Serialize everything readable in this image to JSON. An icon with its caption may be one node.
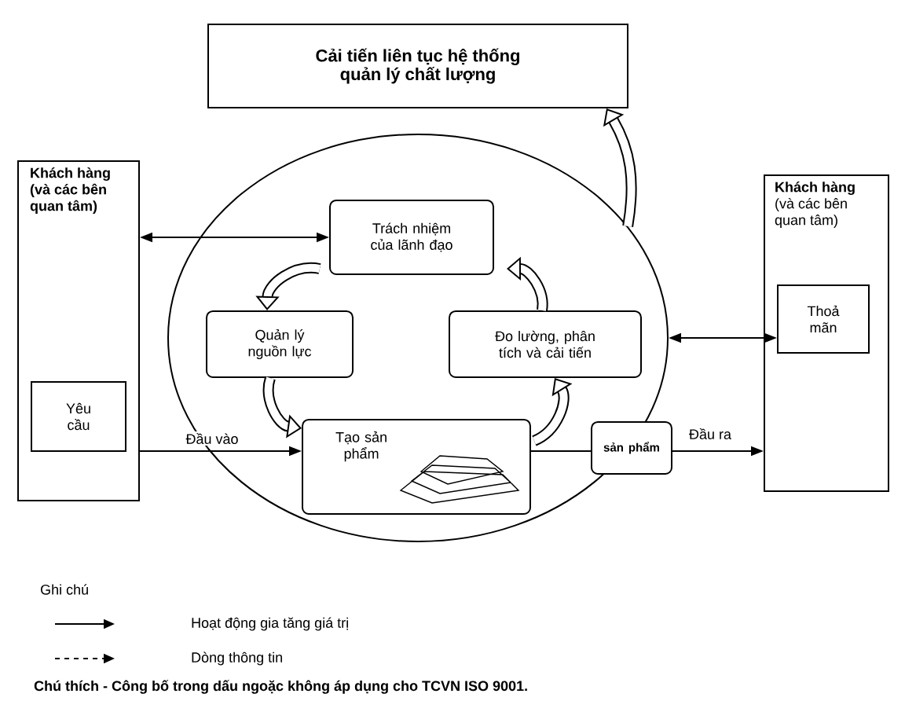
{
  "diagram": {
    "caption": "Chú thích - Công bố trong dấu ngoặc không áp dụng cho TCVN ISO 9001.",
    "nodes": [
      {
        "text": [
          "Cải tiến liên tục hệ thống quản lý chất lượng"
        ]
      },
      {
        "text": [
          "Khách hàng (và các bên quan tâm)"
        ]
      },
      {
        "text": [
          "Yêu cầu"
        ],
        "in": 1
      },
      {
        "text": [],
        "shape": "ellipse"
      },
      {
        "text": [
          "Trách nhiệm của lãnh đạo"
        ],
        "in": 3
      },
      {
        "text": [
          "Quản lý nguồn lực"
        ],
        "in": 3
      },
      {
        "text": [
          "Đo lường, phân tích và cải tiến"
        ],
        "in": 3
      },
      {
        "text": [
          "Tạo sản phẩm"
        ],
        "in": 3
      },
      {
        "text": [
          "sản phẩm"
        ]
      },
      {
        "text": [
          "**Khách hàng** (và các bên quan tâm)"
        ]
      },
      {
        "text": [
          "Thoả mãn"
        ],
        "in": 9
      }
    ],
    "edges": [
      {
        "from": 1,
        "to": 4,
        "arrow": "both"
      },
      {
        "from": 3,
        "to": 10,
        "arrow": "both"
      },
      {
        "from": 1,
        "to": 7,
        "arrow": "to",
        "label": "Đầu vào"
      },
      {
        "from": 7,
        "to": 8,
        "arrow": "none"
      },
      {
        "from": 8,
        "to": 9,
        "arrow": "to",
        "label": "Đầu ra"
      },
      {
        "from": 4,
        "to": 5,
        "arrow": "to",
        "style": "thick"
      },
      {
        "from": 5,
        "to": 7,
        "arrow": "to",
        "style": "thick"
      },
      {
        "from": 7,
        "to": 6,
        "arrow": "to",
        "style": "thick"
      },
      {
        "from": 6,
        "to": 4,
        "arrow": "to",
        "style": "thick"
      },
      {
        "from": 3,
        "to": 0,
        "arrow": "to",
        "style": "thick"
      }
    ],
    "labels": [
      "Ghi chú"
    ],
    "legend": [
      {
        "text": "Hoạt động gia tăng giá trị"
      },
      {
        "text": "Dòng thông tin"
      }
    ]
  }
}
